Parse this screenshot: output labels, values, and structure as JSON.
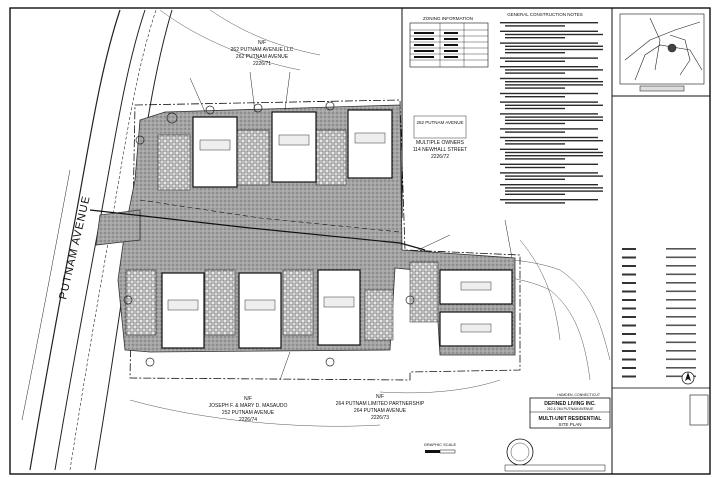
{
  "road": {
    "name": "PUTNAM AVENUE"
  },
  "neighbors": {
    "north": [
      "N/F",
      "262 PUTNAM AVENUE LLC",
      "262 PUTNAM AVENUE",
      "2226/71"
    ],
    "east": [
      "262 PUTNAM AVENUE",
      "MULTIPLE OWNERS",
      "114 NEWHALL STREET",
      "2226/72"
    ],
    "south_east": [
      "N/F",
      "264 PUTNAM LIMITED PARTNERSHIP",
      "264 PUTNAM AVENUE",
      "2226/73"
    ],
    "south": [
      "N/F",
      "JOSEPH F. & MARY D. MASAUDO",
      "252 PUTNAM AVENUE",
      "2226/74"
    ]
  },
  "site_notes": {
    "title": "GENERAL CONSTRUCTION NOTES"
  },
  "zoning_table": {
    "title": "ZONING INFORMATION"
  },
  "title_block": {
    "firm": "DEFINED LIVING INC.",
    "firm_address": "262 & 264 PUTNAM AVENUE",
    "project": "MULTI-UNIT RESIDENTIAL",
    "sheet_title": "SITE PLAN",
    "town": "HAMDEN, CONNECTICUT"
  },
  "scale": {
    "label": "GRAPHIC SCALE"
  },
  "colors": {
    "ink": "#1a1a1a",
    "paving": "#9a9a9a",
    "paper": "#ffffff"
  }
}
